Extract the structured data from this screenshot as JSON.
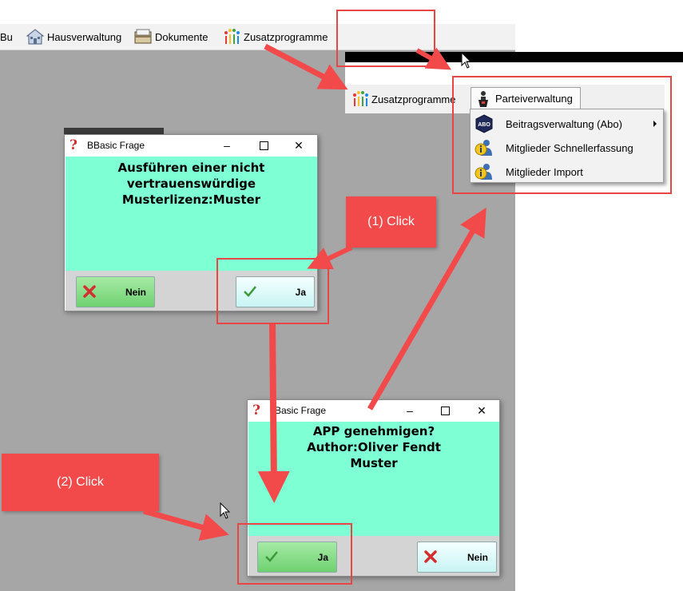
{
  "menubar": {
    "items": [
      {
        "label": "Bu"
      },
      {
        "label": "Hausverwaltung"
      },
      {
        "label": "Dokumente"
      },
      {
        "label": "Zusatzprogramme"
      }
    ]
  },
  "app_menu": {
    "tabs": [
      {
        "label": "Zusatzprogramme"
      },
      {
        "label": "Parteiverwaltung"
      }
    ],
    "dropdown": [
      {
        "label": "Beitragsverwaltung (Abo)",
        "icon": "abo-icon",
        "badge": "ABO",
        "has_submenu": true
      },
      {
        "label": "Mitglieder Schnellerfassung",
        "icon": "member-info-icon",
        "has_submenu": false
      },
      {
        "label": "Mitglieder Import",
        "icon": "member-info-icon",
        "has_submenu": false
      }
    ]
  },
  "dialog1": {
    "title": "BBasic Frage",
    "lines": [
      "Ausführen einer nicht",
      "vertrauenswürdige",
      "Musterlizenz:Muster"
    ],
    "buttons": {
      "no": "Nein",
      "yes": "Ja"
    }
  },
  "dialog2": {
    "title": "Basic Frage",
    "lines": [
      "APP genehmigen?",
      "Author:Oliver Fendt",
      "Muster"
    ],
    "buttons": {
      "no": "Nein",
      "yes": "Ja"
    }
  },
  "annotations": {
    "callout1": "(1) Click",
    "callout2": "(2) Click"
  },
  "colors": {
    "annotation_red": "#f24a4a",
    "dialog_content": "#7fffd4",
    "desktop_gray": "#a6a6a6"
  }
}
